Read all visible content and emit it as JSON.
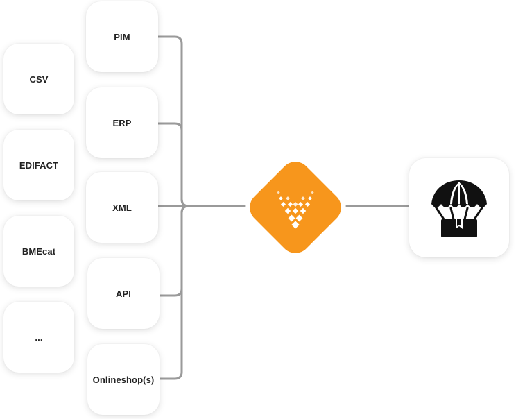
{
  "formats": [
    {
      "label": "CSV"
    },
    {
      "label": "EDIFACT"
    },
    {
      "label": "BMEcat"
    },
    {
      "label": "..."
    }
  ],
  "sources": [
    {
      "label": "PIM"
    },
    {
      "label": "ERP"
    },
    {
      "label": "XML"
    },
    {
      "label": "API"
    },
    {
      "label": "Onlineshop(s)"
    }
  ],
  "hub": {
    "icon": "heart-dots-logo-icon",
    "color": "#F7961C"
  },
  "target": {
    "icon": "parachute-box-icon"
  },
  "colors": {
    "connector": "#9a9a9a",
    "accent": "#F7961C",
    "text": "#222222"
  }
}
